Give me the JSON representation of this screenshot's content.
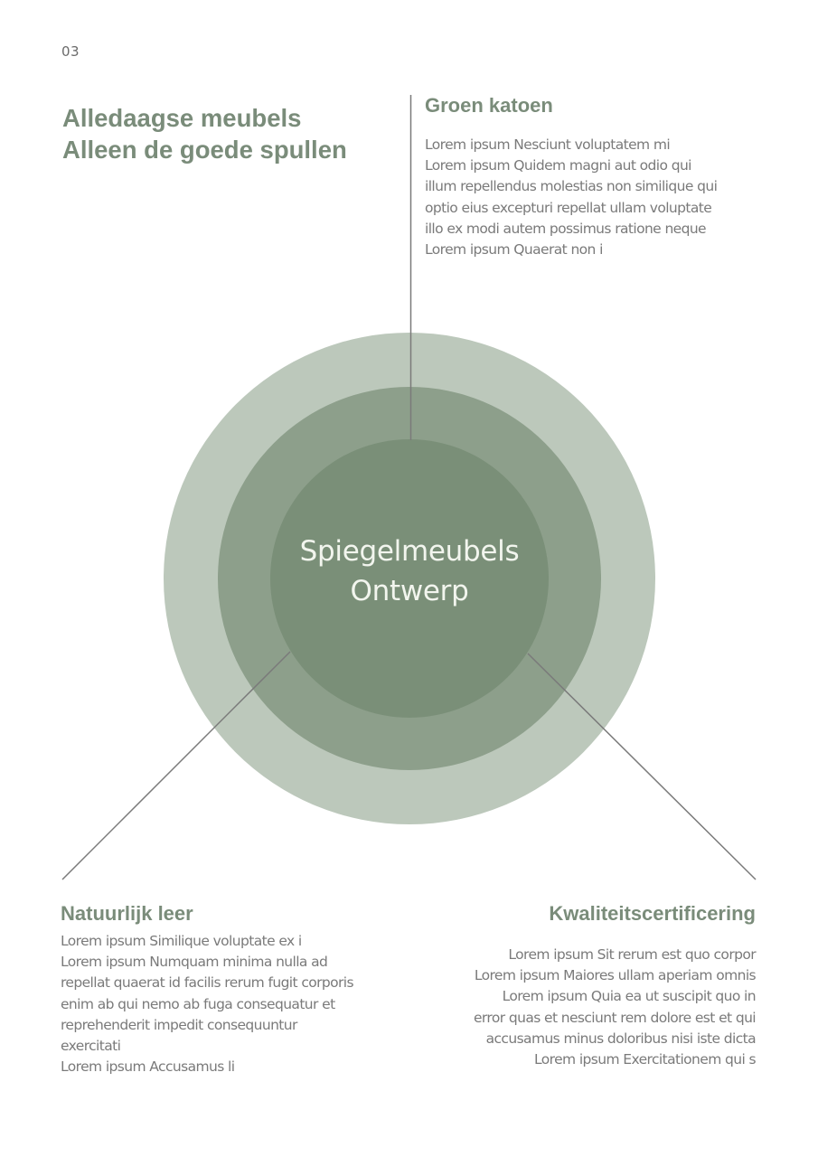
{
  "page": {
    "number": "03",
    "title_lines": [
      "Alledaagse meubels",
      "Alleen de goede spullen"
    ]
  },
  "diagram": {
    "center_label_lines": [
      "Spiegelmeubels",
      "Ontwerp"
    ],
    "colors": {
      "outer_ring": "#bcc8bb",
      "middle_ring": "#8d9f8b",
      "inner_circle": "#7a8f78",
      "connector_line": "#7a7a7a",
      "heading": "#7a8c7a",
      "body_text": "#7a7a7a",
      "center_text": "#f2f5ee"
    }
  },
  "sections": {
    "top": {
      "heading": "Groen katoen",
      "lines": [
        "Lorem ipsum Nesciunt voluptatem mi",
        "Lorem ipsum Quidem magni aut odio qui",
        "illum repellendus molestias non similique qui",
        "optio eius excepturi repellat ullam voluptate",
        "illo ex modi autem possimus ratione neque",
        "Lorem ipsum Quaerat non i"
      ]
    },
    "left": {
      "heading": "Natuurlijk leer",
      "lines": [
        "Lorem ipsum Similique voluptate ex i",
        "Lorem ipsum Numquam minima nulla ad",
        "repellat quaerat id facilis rerum fugit corporis",
        "enim ab qui nemo ab fuga consequatur et",
        "reprehenderit impedit consequuntur",
        "exercitati",
        "Lorem ipsum Accusamus li"
      ]
    },
    "right": {
      "heading": "Kwaliteitscertificering",
      "lines": [
        "Lorem ipsum Sit rerum est quo corpor",
        "Lorem ipsum Maiores ullam aperiam omnis",
        "Lorem ipsum Quia ea ut suscipit quo in",
        "error quas et nesciunt rem dolore est et qui",
        "accusamus minus doloribus nisi iste dicta",
        "Lorem ipsum Exercitationem qui s"
      ]
    }
  }
}
